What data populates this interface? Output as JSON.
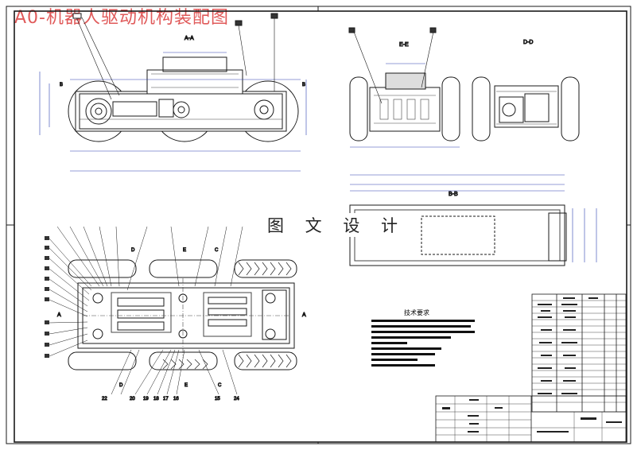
{
  "title": "A0-机器人驱动机构装配图",
  "watermark": "图 文 设 计",
  "views": {
    "aa": "A-A",
    "ee": "E-E",
    "dd": "D-D",
    "bb": "B-B"
  },
  "section_marks": {
    "a": "A",
    "b": "B",
    "c": "C",
    "d": "D",
    "e": "E"
  },
  "technical_requirements_title": "技术要求",
  "part_numbers": [
    "22",
    "20",
    "19",
    "18",
    "17",
    "16",
    "15",
    "24"
  ],
  "colors": {
    "title": "#e05a5a",
    "line": "#1a1a1a",
    "dimension": "#2a3fb0",
    "hatch": "#444444"
  }
}
